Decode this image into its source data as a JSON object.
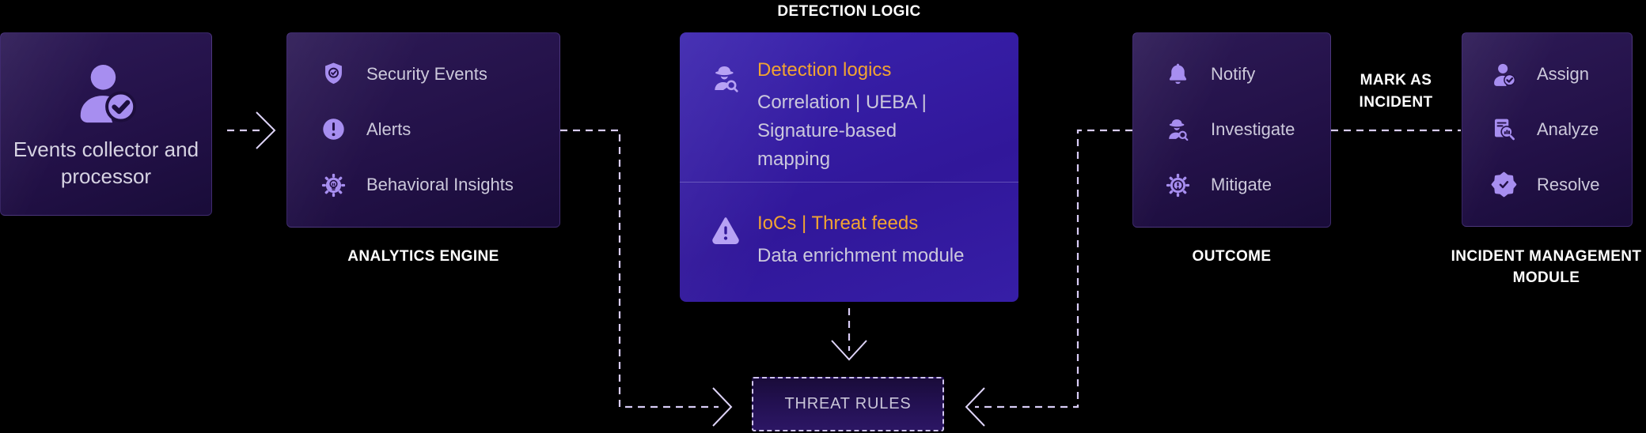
{
  "diagram": {
    "events": {
      "label_lines": [
        "Events collector and",
        "processor"
      ],
      "icon": "person-check-icon"
    },
    "analytics": {
      "label": "ANALYTICS ENGINE",
      "items": [
        {
          "label": "Security Events",
          "icon": "shield-check-icon"
        },
        {
          "label": "Alerts",
          "icon": "alert-circle-icon"
        },
        {
          "label": "Behavioral Insights",
          "icon": "gear-lightbulb-icon"
        }
      ]
    },
    "detection": {
      "title": "DETECTION LOGIC",
      "sections": [
        {
          "heading": "Detection logics",
          "icon": "detective-magnifier-icon",
          "lines": [
            "Correlation | UEBA |",
            "Signature-based",
            "mapping"
          ]
        },
        {
          "heading": "IoCs | Threat feeds",
          "icon": "warning-triangle-icon",
          "lines": [
            "Data enrichment module"
          ]
        }
      ]
    },
    "outcome": {
      "label": "OUTCOME",
      "items": [
        {
          "label": "Notify",
          "icon": "bell-icon"
        },
        {
          "label": "Investigate",
          "icon": "detective-magnifier-icon"
        },
        {
          "label": "Mitigate",
          "icon": "gear-alert-icon"
        }
      ]
    },
    "incident": {
      "label_lines": [
        "INCIDENT MANAGEMENT",
        "MODULE"
      ],
      "items": [
        {
          "label": "Assign",
          "icon": "person-check-icon"
        },
        {
          "label": "Analyze",
          "icon": "document-magnifier-chart-icon"
        },
        {
          "label": "Resolve",
          "icon": "badge-check-icon"
        }
      ]
    },
    "threat_rules": {
      "label": "THREAT RULES"
    },
    "mark_as_incident": {
      "label_lines": [
        "MARK AS",
        "INCIDENT"
      ]
    }
  },
  "colors": {
    "background": "#000000",
    "dark_box": "#231148",
    "bright_box": "#31179a",
    "icon_purple": "#a78ef0",
    "accent_orange": "#f2a431",
    "body_text": "#ccc9db",
    "connector": "#d8ccf6",
    "caption_text": "#ffffff"
  }
}
